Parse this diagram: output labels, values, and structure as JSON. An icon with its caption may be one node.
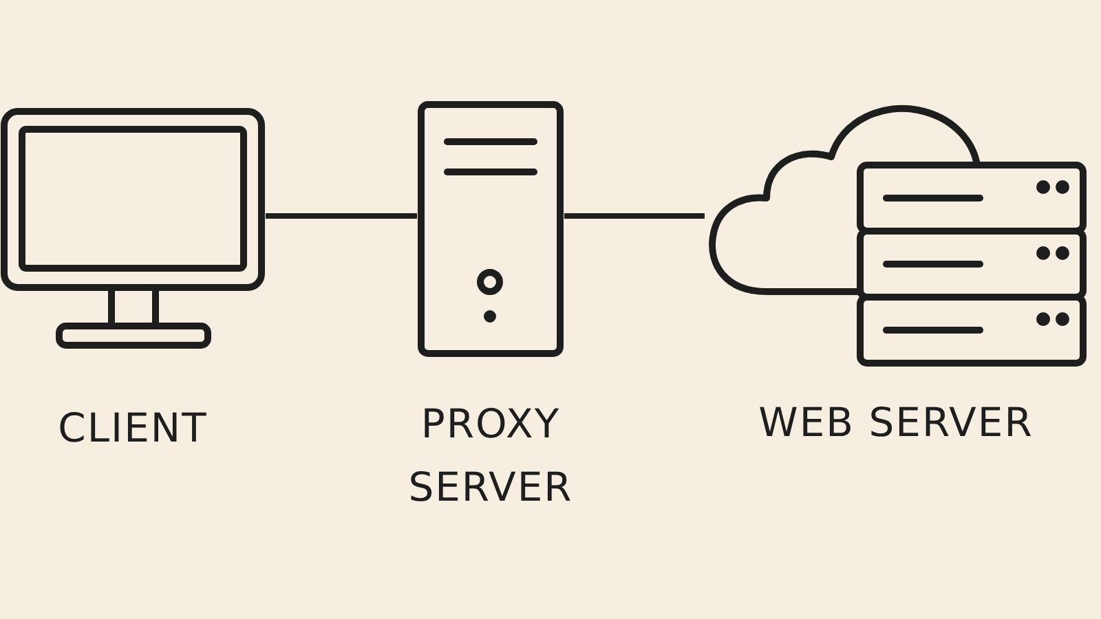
{
  "diagram": {
    "nodes": [
      {
        "text": [
          "CLIENT"
        ]
      },
      {
        "text": [
          "PROXY SERVER"
        ]
      },
      {
        "text": [
          "WEB SERVER"
        ]
      }
    ],
    "edges": [
      {
        "from": 0,
        "to": 1,
        "arrow": "none"
      },
      {
        "from": 1,
        "to": 2,
        "arrow": "none"
      }
    ]
  }
}
